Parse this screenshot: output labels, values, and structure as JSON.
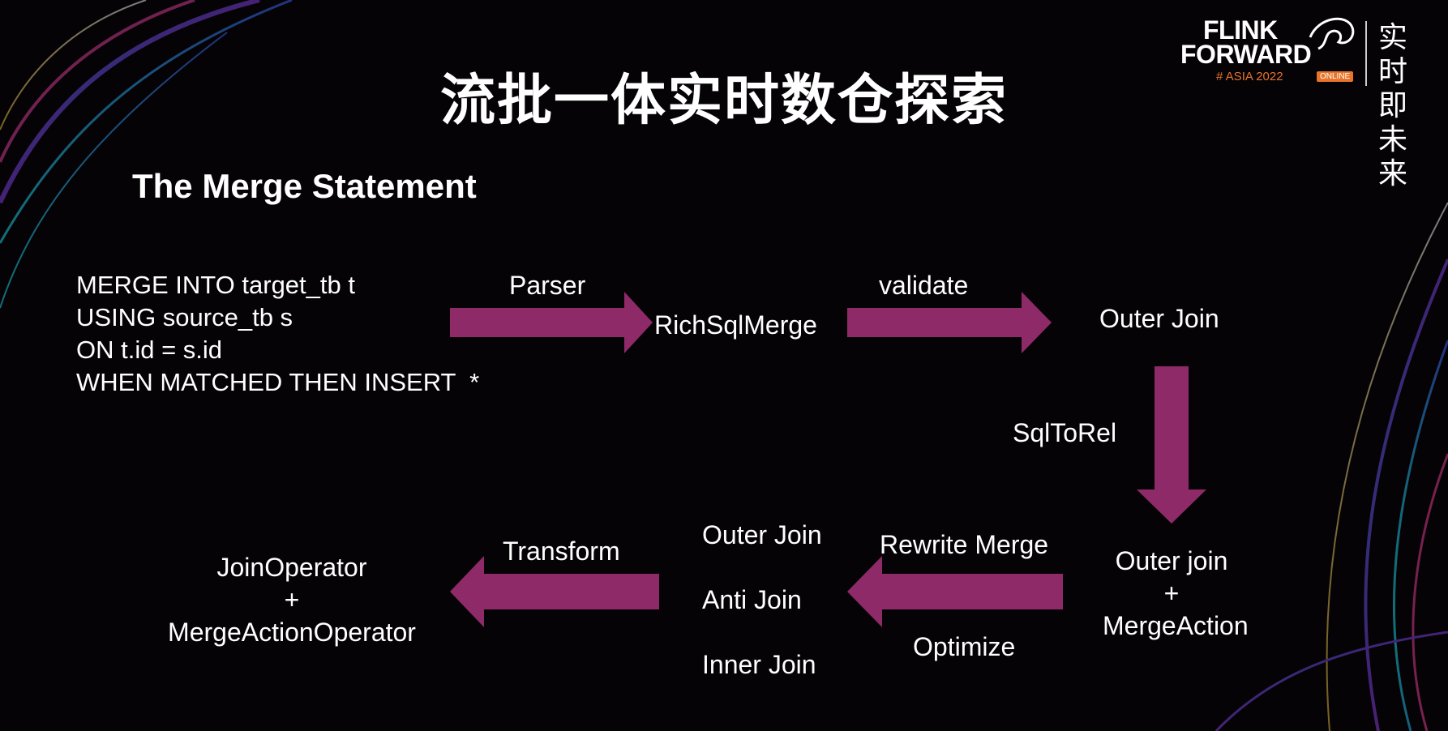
{
  "slide": {
    "title": "流批一体实时数仓探索",
    "subtitle": "The Merge Statement"
  },
  "logo": {
    "line1": "FLINK",
    "line2": "FORWARD",
    "edition": "# ASIA 2022",
    "badge": "ONLINE",
    "slogan": "实时即未来"
  },
  "sql": {
    "line1": "MERGE INTO target_tb t",
    "line2": "USING source_tb s",
    "line3": "ON t.id = s.id",
    "line4": "WHEN MATCHED THEN INSERT  *"
  },
  "flow": {
    "parser": "Parser",
    "rich_sql_merge": "RichSqlMerge",
    "validate": "validate",
    "outer_join": "Outer Join",
    "sql_to_rel": "SqlToRel",
    "outer_join_ma_1": "Outer  join",
    "outer_join_ma_plus": "+",
    "outer_join_ma_2": "MergeAction",
    "rewrite_merge": "Rewrite Merge",
    "optimize": "Optimize",
    "join_outer": "Outer Join",
    "join_anti": "Anti Join",
    "join_inner": "Inner Join",
    "transform": "Transform",
    "op_1": "JoinOperator",
    "op_plus": "+",
    "op_2": "MergeActionOperator"
  },
  "colors": {
    "arrow": "#8e2a67",
    "background": "#050306",
    "accent": "#e8742b"
  }
}
